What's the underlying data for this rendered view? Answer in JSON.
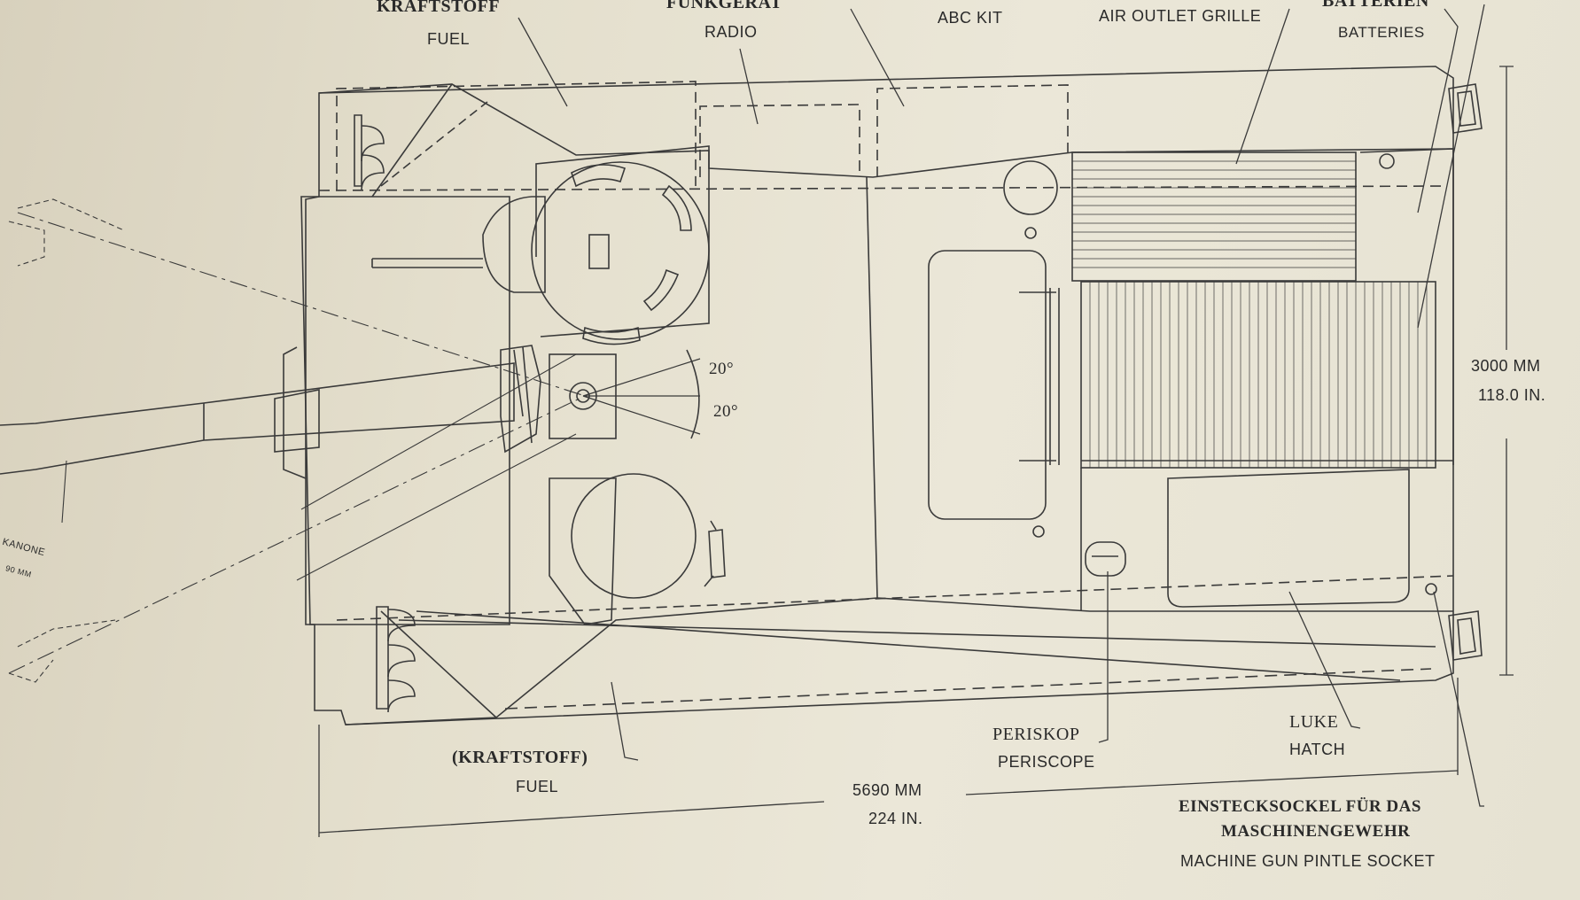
{
  "labels": {
    "fuel_top_de": "KRAFTSTOFF",
    "fuel_top_en": "FUEL",
    "radio_de": "FUNKGERAT",
    "radio_en": "RADIO",
    "abc_en": "ABC KIT",
    "grille_en": "AIR OUTLET GRILLE",
    "batteries_de": "BATTERIEN",
    "batteries_en": "BATTERIES",
    "height_mm": "3000 MM",
    "height_in": "118.0 IN.",
    "angle_up": "20°",
    "angle_down": "20°",
    "fuel_bottom_de": "(KRAFTSTOFF)",
    "fuel_bottom_en": "FUEL",
    "periscope_de": "PERISKOP",
    "periscope_en": "PERISCOPE",
    "hatch_de": "LUKE",
    "hatch_en": "HATCH",
    "length_mm": "5690 MM",
    "length_in": "224 IN.",
    "mg_de_1": "EINSTECKSOCKEL FÜR DAS",
    "mg_de_2": "MASCHINENGEWEHR",
    "mg_en": "MACHINE GUN PINTLE SOCKET",
    "gun_de": "KANONE",
    "gun_en": "90 MM"
  }
}
